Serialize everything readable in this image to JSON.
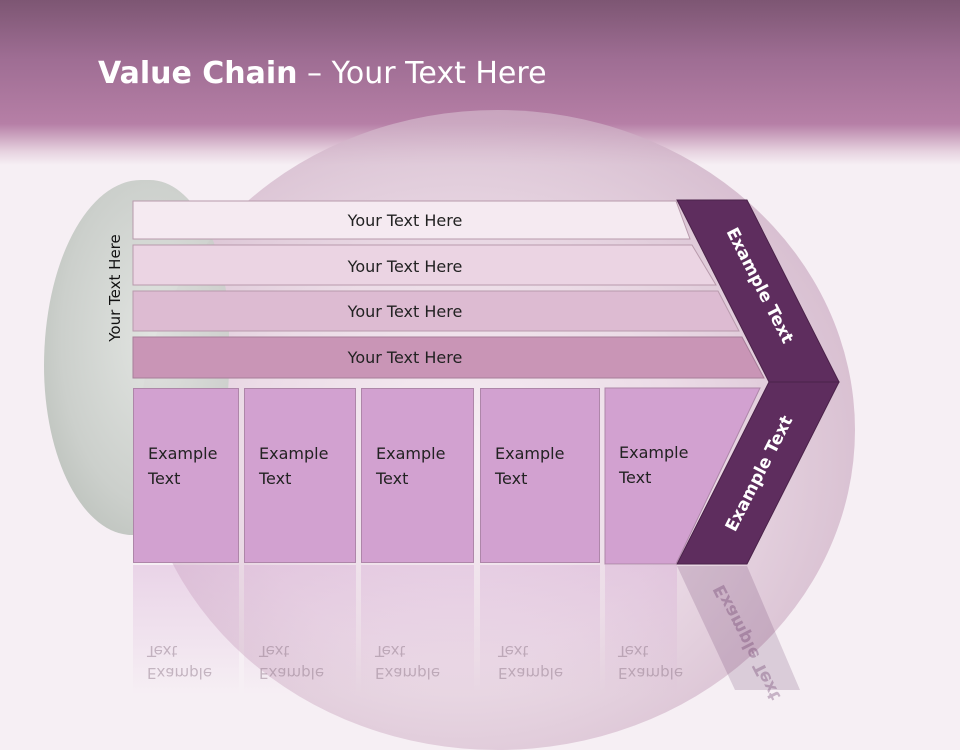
{
  "slide": {
    "title_bold": "Value Chain",
    "title_rest": " – Your Text Here",
    "side_label": "Your Text Here",
    "rows": [
      "Your Text Here",
      "Your Text Here",
      "Your Text Here",
      "Your Text Here"
    ],
    "boxes": [
      {
        "line1": "Example",
        "line2": "Text"
      },
      {
        "line1": "Example",
        "line2": "Text"
      },
      {
        "line1": "Example",
        "line2": "Text"
      },
      {
        "line1": "Example",
        "line2": "Text"
      },
      {
        "line1": "Example",
        "line2": "Text"
      }
    ],
    "arrow_top_label": "Example Text",
    "arrow_bottom_label": "Example Text"
  },
  "colors": {
    "header": "#9e6d93",
    "row1": "#f5eaf1",
    "row2": "#ebd4e3",
    "row3": "#ddbbd2",
    "row4": "#c995b6",
    "box": "#d2a1d0",
    "arrow": "#5e2d5e"
  }
}
